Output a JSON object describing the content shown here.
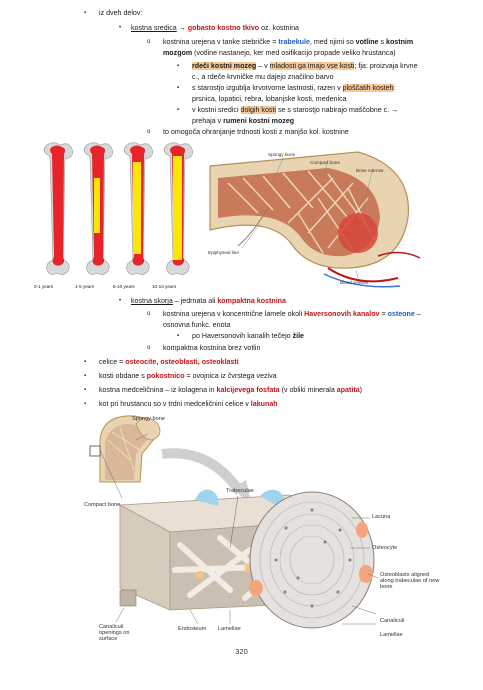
{
  "text": {
    "l1": "iz dveh delov:",
    "l2a": "kostna sredica",
    "l2b": " → ",
    "l2c": "gobasto kostno tkivo",
    "l2d": " oz. kostnina",
    "l3a": "kostnina urejena v tanke stebričke = ",
    "l3b": "trabekule",
    "l3c": ", med njimi so ",
    "l3d": "votline",
    "l3e": " s ",
    "l3f": "kostnim",
    "l4a": "mozgom",
    "l4b": " (votline nastanejo, ker med osifikacijo propade veliko hrustanca)",
    "l5a": "rdeči kostni mozeg",
    "l5b": " – v ",
    "l5c": "mladosti ga imajo vse kosti",
    "l5d": "; fja: proizvaja krvne",
    "l6": "c., a rdeče krvničke mu dajejo značilno barvo",
    "l7a": "s starostjo izgublja krvotvorne lastnosti, razen v ",
    "l7b": "ploščatih kosteh",
    "l7c": ":",
    "l8": "prsnica, lopatici, rebra, lobanjske kosti, medenica",
    "l9a": "v kostni sredici ",
    "l9b": "dolgih kosti",
    "l9c": " se s starostjo nabirajo maščobne c. →",
    "l10a": "prehaja v ",
    "l10b": "rumeni kostni mozeg",
    "l11": "to omogoča ohranjanje trdnosti kosti z manjšo kol. kostnine",
    "l12a": "kostna skorja",
    "l12b": " – jedrnata ali ",
    "l12c": "kompaktna kostnina",
    "l13a": "kostnina urejena v koncentrične lamele okoli ",
    "l13b": "Haversonovih kanalov",
    "l13c": " = ",
    "l13d": "osteone",
    "l13e": " –",
    "l14": "osnovna funkc. enota",
    "l15a": "po Haversonovih kanalih tečejo ",
    "l15b": "žile",
    "l16": "kompaktna kostnina brez votlin",
    "l17a": "celice = ",
    "l17b": "osteocite, osteoblasti, osteoklasti",
    "l18a": "kosti obdane s ",
    "l18b": "pokostnico",
    "l18c": " = ovojnica iz čvrstega veziva",
    "l19a": "kostna medceličnina – iz kolagena in ",
    "l19b": "kalcijevega fosfata",
    "l19c": " (v obliki minerala ",
    "l19d": "apatita",
    "l19e": ")",
    "l20a": "kot pri hrustancu so v trdni medceličnini celice v ",
    "l20b": "lakunah"
  },
  "bullets": {
    "square": "▪",
    "disc": "•",
    "circle": "o"
  },
  "figure1": {
    "ages": [
      "0-1 years",
      "1-5 years",
      "5-10 years",
      "10-16 years"
    ],
    "labels": {
      "spongy": "Spongy bone",
      "compact": "Compact bone",
      "marrow": "Bone marrow",
      "epiphyseal": "Epiphyseal line",
      "vessels": "Blood vessels"
    }
  },
  "figure2": {
    "labels": {
      "spongy": "Spongy bone",
      "compact": "Compact bone",
      "trabeculae": "Trabeculae",
      "lacuna": "Lacuna",
      "osteocyte": "Osteocyte",
      "osteoblasts": "Osteoblasts aligned along trabeculae of new bone",
      "canaliculi": "Canaliculi",
      "lamellae_r": "Lamellae",
      "canaliculi_open": "Canaliculi openings on surface",
      "endosteum": "Endosteum",
      "lamellae": "Lamellae"
    }
  },
  "page_number": "320",
  "colors": {
    "red_term": "#c0141b",
    "blue_term": "#1f5fbf",
    "hl_orange": "#f6c79a",
    "hl_yellow": "#ffef6e",
    "red_marrow": "#e8242b",
    "yellow_marrow": "#ffe600"
  }
}
